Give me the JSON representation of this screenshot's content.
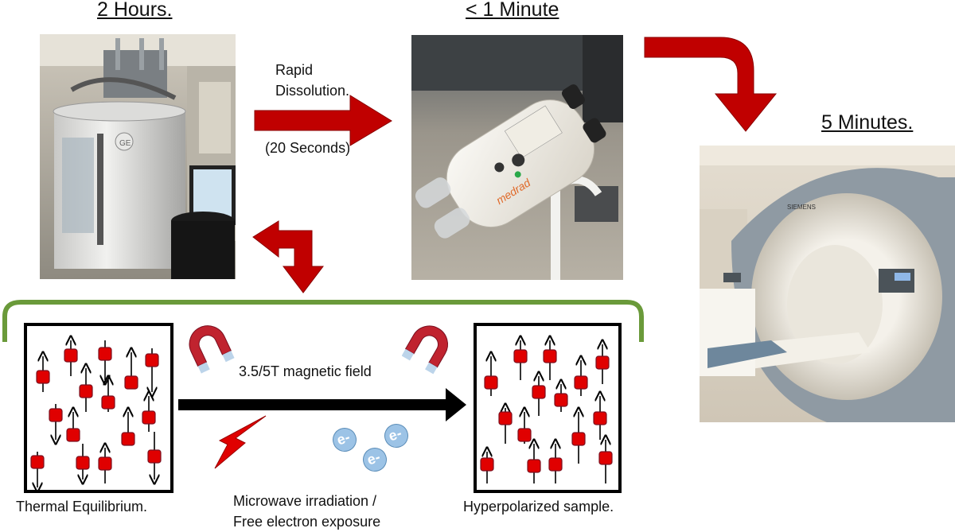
{
  "stages": {
    "polarizer_time": "2 Hours.",
    "transfer_time": "< 1 Minute",
    "scan_time": "5 Minutes."
  },
  "dissolution": {
    "title_line1": "Rapid",
    "title_line2": "Dissolution.",
    "duration": "(20 Seconds)"
  },
  "process": {
    "field_label": "3.5/5T magnetic field",
    "left_box_label": "Thermal Equilibrium.",
    "right_box_label": "Hyperpolarized sample.",
    "irradiation_line1": "Microwave irradiation /",
    "irradiation_line2": "Free electron exposure",
    "electron_symbol": "e-"
  },
  "photos": {
    "polarizer_brand": "GE",
    "injector_brand": "medrad",
    "scanner_brand": "SIEMENS"
  },
  "colors": {
    "arrow_red": "#c00000",
    "bracket_green": "#6a9a3a",
    "spin_red": "#e00000",
    "magnet_red": "#c0232f",
    "electron_blue": "#9cc3e6"
  }
}
